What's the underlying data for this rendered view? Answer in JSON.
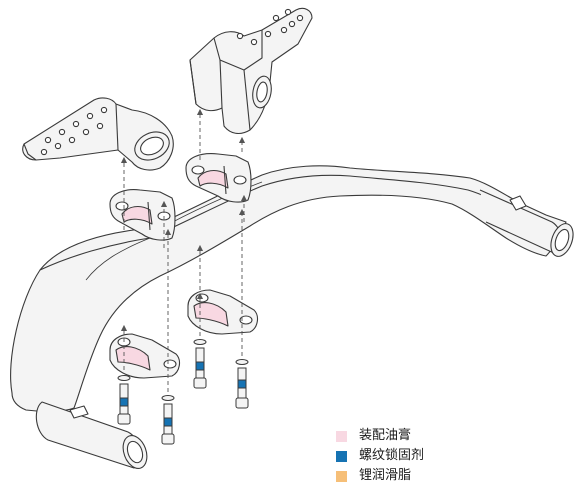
{
  "colors": {
    "outline": "#3a3a3a",
    "fill": "#f4f4f4",
    "hole": "#ffffff",
    "arrow": "#555555",
    "grease": "#f8d8e2",
    "threadlock": "#1673b3",
    "antiseize": "#f6bf78"
  },
  "legend": {
    "items": [
      {
        "key": "grease",
        "label": "装配油膏",
        "color": "#f8d8e2"
      },
      {
        "key": "threadlock",
        "label": "螺纹锁固剂",
        "color": "#1673b3"
      },
      {
        "key": "antiseize",
        "label": "锂润滑脂",
        "color": "#f6bf78"
      }
    ]
  },
  "diagram": {
    "parts": [
      "handlebar",
      "left-extension-mount",
      "right-extension-mount",
      "upper-clamp-left",
      "upper-clamp-right",
      "lower-clamp-left",
      "lower-clamp-right",
      "bolt"
    ]
  }
}
